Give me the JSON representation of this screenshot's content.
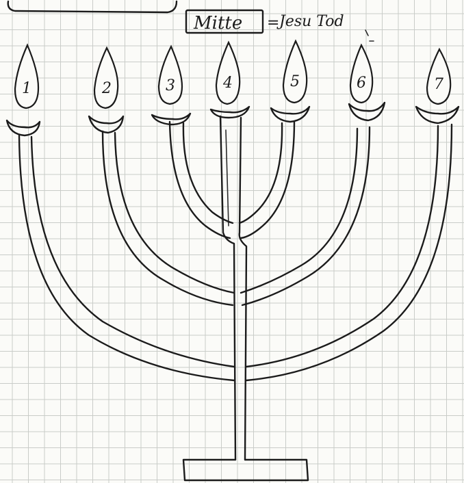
{
  "header": {
    "boxed_word": "Mitte",
    "equals": "=",
    "meaning": "Jesu Tod"
  },
  "menorah": {
    "flames": [
      "1",
      "2",
      "3",
      "4",
      "5",
      "6",
      "7"
    ]
  },
  "colors": {
    "ink": "#1b1b1b",
    "paper": "#fbfbf8",
    "grid": "#c9ccc8"
  }
}
